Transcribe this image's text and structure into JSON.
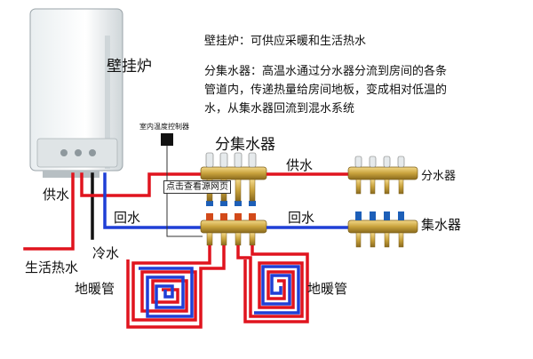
{
  "descriptions": {
    "boiler": "壁挂炉：可供应采暖和生活热水",
    "manifold_line1": "分集水器：高温水通过分水器分流到房间的各条",
    "manifold_line2": "管道内，传递热量给房间地板，变成相对低温的",
    "manifold_line3": "水，从集水器回流到混水系统"
  },
  "labels": {
    "boiler": "壁挂炉",
    "room_controller": "室内温度控制器",
    "manifold": "分集水器",
    "supply_left": "供水",
    "supply_top": "供水",
    "return_left": "回水",
    "return_mid": "回水",
    "cold_water": "冷水",
    "domestic_hot_water": "生活热水",
    "floor_heating_left": "地暖管",
    "floor_heating_right": "地暖管",
    "distributor": "分水器",
    "collector": "集水器"
  },
  "tooltip": "点击查看源网页",
  "colors": {
    "supply_pipe": "#e0141e",
    "return_pipe": "#1f3fd6",
    "cold_pipe": "#111111",
    "brass": "#c9a23c"
  }
}
